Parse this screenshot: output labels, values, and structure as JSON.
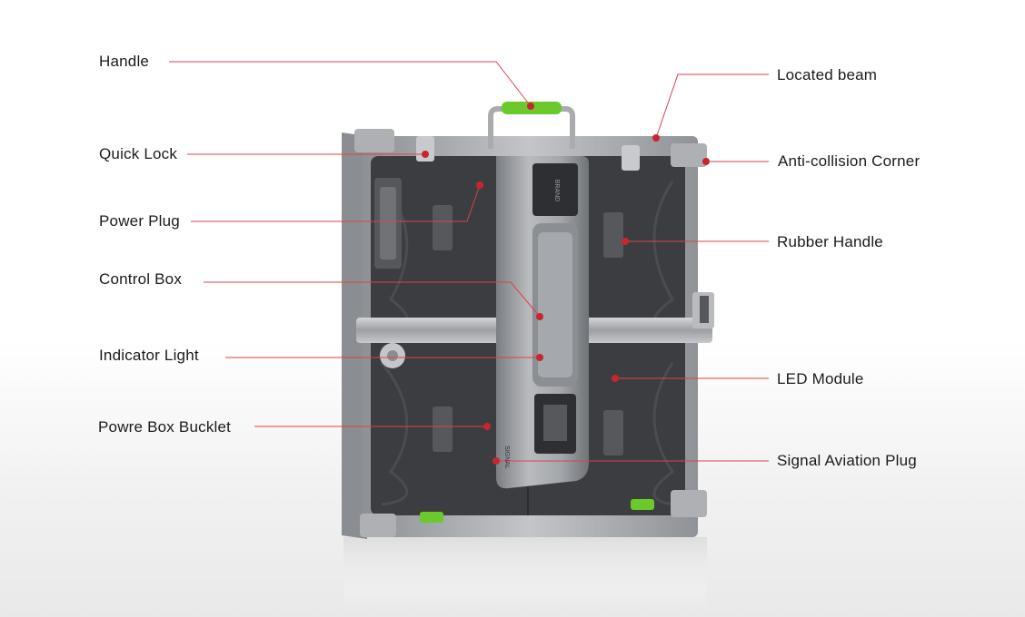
{
  "colors": {
    "leader_line": "#d9434b",
    "leader_dot": "#c8262e",
    "cabinet_frame": "#a9abae",
    "cabinet_back": "#3a3b3e",
    "control_box": "#9a9da1",
    "accent_green": "#6bc92b"
  },
  "labels": {
    "handle": "Handle",
    "quick_lock": "Quick Lock",
    "power_plug": "Power Plug",
    "control_box": "Control Box",
    "indicator_light": "Indicator Light",
    "power_box_bucklet": "Powre Box Bucklet",
    "located_beam": "Located beam",
    "anti_collision_corner": "Anti-collision Corner",
    "rubber_handle": "Rubber Handle",
    "led_module": "LED Module",
    "signal_aviation_plug": "Signal Aviation Plug"
  },
  "device": {
    "brand_text": "BRAND",
    "signal_text": "SIGNAL"
  }
}
